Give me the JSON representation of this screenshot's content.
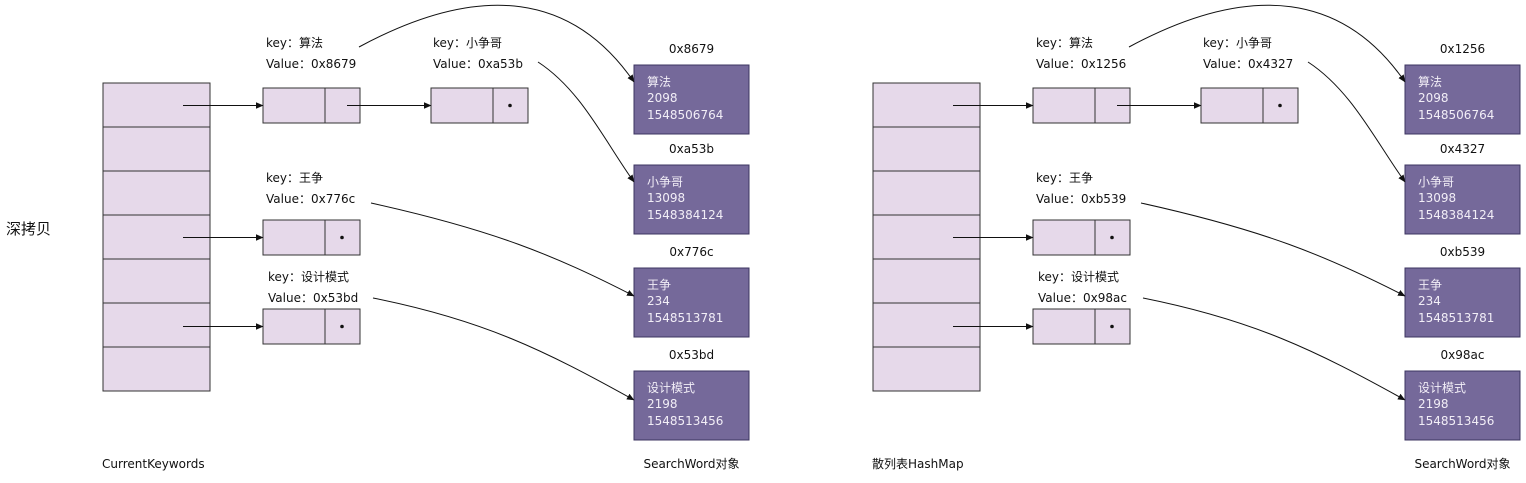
{
  "side_label": "深拷贝",
  "colors": {
    "table_fill": "#e6d9ea",
    "stroke": "#333333",
    "object_fill": "#75699a",
    "object_stroke": "#3c3560",
    "object_text": "#f2eef7"
  },
  "diagrams": [
    {
      "table_caption": "CurrentKeywords",
      "objects_caption": "SearchWord对象",
      "entries": [
        {
          "key": "key：算法",
          "value": "Value：0x8679"
        },
        {
          "key": "key：小争哥",
          "value": "Value：0xa53b"
        },
        {
          "key": "key：王争",
          "value": "Value：0x776c"
        },
        {
          "key": "key：设计模式",
          "value": "Value：0x53bd"
        }
      ],
      "objects": [
        {
          "address": "0x8679",
          "keyword": "算法",
          "count": "2098",
          "timestamp": "1548506764"
        },
        {
          "address": "0xa53b",
          "keyword": "小争哥",
          "count": "13098",
          "timestamp": "1548384124"
        },
        {
          "address": "0x776c",
          "keyword": "王争",
          "count": "234",
          "timestamp": "1548513781"
        },
        {
          "address": "0x53bd",
          "keyword": "设计模式",
          "count": "2198",
          "timestamp": "1548513456"
        }
      ]
    },
    {
      "table_caption": "散列表HashMap",
      "objects_caption": "SearchWord对象",
      "entries": [
        {
          "key": "key：算法",
          "value": "Value：0x1256"
        },
        {
          "key": "key：小争哥",
          "value": "Value：0x4327"
        },
        {
          "key": "key：王争",
          "value": "Value：0xb539"
        },
        {
          "key": "key：设计模式",
          "value": "Value：0x98ac"
        }
      ],
      "objects": [
        {
          "address": "0x1256",
          "keyword": "算法",
          "count": "2098",
          "timestamp": "1548506764"
        },
        {
          "address": "0x4327",
          "keyword": "小争哥",
          "count": "13098",
          "timestamp": "1548384124"
        },
        {
          "address": "0xb539",
          "keyword": "王争",
          "count": "234",
          "timestamp": "1548513781"
        },
        {
          "address": "0x98ac",
          "keyword": "设计模式",
          "count": "2198",
          "timestamp": "1548513456"
        }
      ]
    }
  ]
}
